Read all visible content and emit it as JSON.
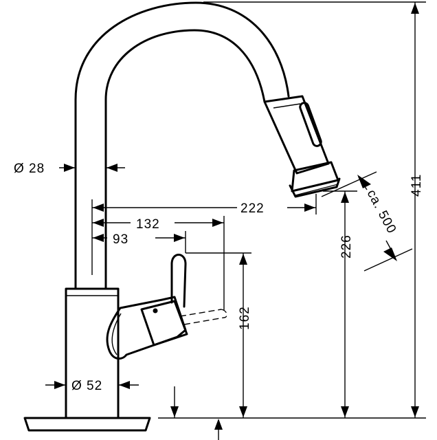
{
  "dimensions": {
    "pipe_diameter": "Ø 28",
    "base_diameter": "Ø 52",
    "spout_reach": "222",
    "handle_reach": "132",
    "lever_offset": "93",
    "handle_height": "162",
    "spout_height": "226",
    "total_height": "411",
    "pullout_length": "ca. 500"
  }
}
